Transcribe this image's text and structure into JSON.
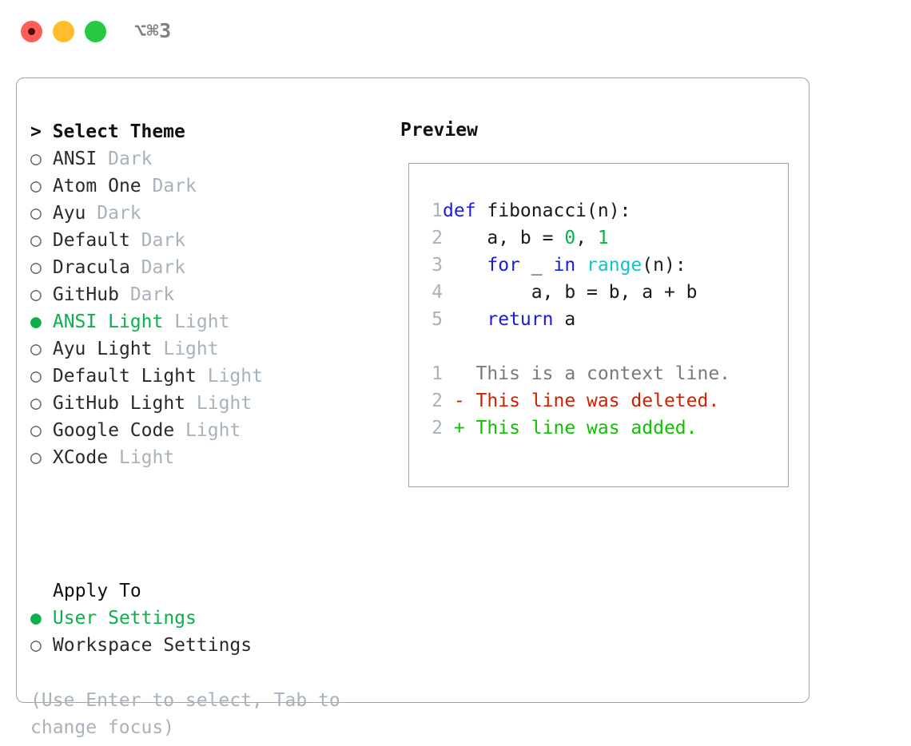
{
  "window": {
    "title": "⌥⌘3",
    "traffic_lights": [
      {
        "name": "close",
        "color": "#ff5f57"
      },
      {
        "name": "minimize",
        "color": "#febc2e"
      },
      {
        "name": "maximize",
        "color": "#28c840"
      }
    ]
  },
  "theme_panel": {
    "header": "> Select Theme",
    "cursor_marker": ">",
    "selected_marker": "●",
    "unselected_marker": "○",
    "options": [
      {
        "marker": "○",
        "name": "ANSI",
        "kind": "Dark",
        "selected": false
      },
      {
        "marker": "○",
        "name": "Atom One",
        "kind": "Dark",
        "selected": false
      },
      {
        "marker": "○",
        "name": "Ayu",
        "kind": "Dark",
        "selected": false
      },
      {
        "marker": "○",
        "name": "Default",
        "kind": "Dark",
        "selected": false
      },
      {
        "marker": "○",
        "name": "Dracula",
        "kind": "Dark",
        "selected": false
      },
      {
        "marker": "○",
        "name": "GitHub",
        "kind": "Dark",
        "selected": false
      },
      {
        "marker": "●",
        "name": "ANSI Light",
        "kind": "Light",
        "selected": true
      },
      {
        "marker": "○",
        "name": "Ayu Light",
        "kind": "Light",
        "selected": false
      },
      {
        "marker": "○",
        "name": "Default Light",
        "kind": "Light",
        "selected": false
      },
      {
        "marker": "○",
        "name": "GitHub Light",
        "kind": "Light",
        "selected": false
      },
      {
        "marker": "○",
        "name": "Google Code",
        "kind": "Light",
        "selected": false
      },
      {
        "marker": "○",
        "name": "XCode",
        "kind": "Light",
        "selected": false
      }
    ]
  },
  "apply_to": {
    "title": "Apply To",
    "options": [
      {
        "marker": "●",
        "name": "User Settings",
        "selected": true
      },
      {
        "marker": "○",
        "name": "Workspace Settings",
        "selected": false
      }
    ]
  },
  "hint": "(Use Enter to select, Tab to change focus)",
  "preview": {
    "label": "Preview",
    "code_lines": [
      {
        "no": "1",
        "tokens": [
          {
            "t": "def",
            "c": "kw"
          },
          {
            "t": " fibonacci(n):",
            "c": "plain"
          }
        ]
      },
      {
        "no": "2",
        "tokens": [
          {
            "t": "    a, b = ",
            "c": "plain"
          },
          {
            "t": "0",
            "c": "num"
          },
          {
            "t": ", ",
            "c": "plain"
          },
          {
            "t": "1",
            "c": "num"
          }
        ]
      },
      {
        "no": "3",
        "tokens": [
          {
            "t": "    ",
            "c": "plain"
          },
          {
            "t": "for",
            "c": "kw"
          },
          {
            "t": " _ ",
            "c": "plain"
          },
          {
            "t": "in",
            "c": "kw"
          },
          {
            "t": " ",
            "c": "plain"
          },
          {
            "t": "range",
            "c": "fn"
          },
          {
            "t": "(n):",
            "c": "plain"
          }
        ]
      },
      {
        "no": "4",
        "tokens": [
          {
            "t": "        a, b = b, a + b",
            "c": "plain"
          }
        ]
      },
      {
        "no": "5",
        "tokens": [
          {
            "t": "    ",
            "c": "plain"
          },
          {
            "t": "return",
            "c": "kw"
          },
          {
            "t": " a",
            "c": "plain"
          }
        ]
      },
      {
        "no": "",
        "tokens": [
          {
            "t": " ",
            "c": "plain"
          }
        ]
      },
      {
        "no": "1",
        "tokens": [
          {
            "t": "   This is a context line.",
            "c": "diff-ctx"
          }
        ]
      },
      {
        "no": "2",
        "tokens": [
          {
            "t": " - This line was deleted.",
            "c": "diff-del"
          }
        ]
      },
      {
        "no": "2",
        "tokens": [
          {
            "t": " + This line was added.",
            "c": "diff-add"
          }
        ]
      }
    ]
  },
  "colors": {
    "accent_green": "#0bb04a",
    "keyword_blue": "#1a1ae0",
    "function_cyan": "#11c4cf",
    "diff_deleted_red": "#cc2200",
    "diff_added_green": "#11c000",
    "muted_gray": "#a8b2bd",
    "border_gray": "#9aa5b1"
  }
}
